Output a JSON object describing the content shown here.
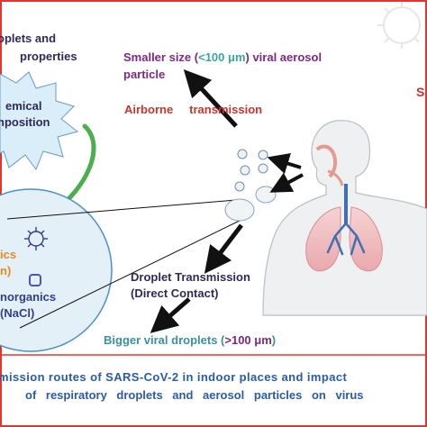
{
  "top_left": {
    "line1": "oplets      and",
    "line2": "properties"
  },
  "smaller_aerosol": {
    "prefix": "Smaller size (",
    "highlight": "<100 μm",
    "suffix": ") viral aerosol",
    "line2": "particle"
  },
  "airborne": {
    "word1": "Airborne",
    "word2": "transmission"
  },
  "right_edge_letter": "S",
  "chemical": {
    "line1": "emical",
    "line2": "nposition"
  },
  "circle_labels": {
    "organics_line1": "ics",
    "organics_line2": "n)",
    "inorganics_line1": "norganics",
    "inorganics_line2": "(NaCl)"
  },
  "droplet_transmission": {
    "line1": "Droplet Transmission",
    "line2": "(Direct Contact)"
  },
  "bigger_droplets": {
    "prefix": "Bigger viral droplets (",
    "highlight": ">100 μm",
    "suffix": ")"
  },
  "caption": {
    "line1": "mission routes of SARS-CoV-2 in indoor places and impact",
    "line2": "of respiratory droplets and aerosol particles on virus"
  },
  "colors": {
    "border_red": "#e3352f",
    "purple_text": "#7b2a83",
    "teal_highlight": "#3aa6a0",
    "red_text": "#c8352c",
    "dark_text": "#2f2a5a",
    "caption_blue": "#2b5aa8",
    "burst_fill": "#d9eef8",
    "green_arrow": "#4cae4c",
    "circle_fill": "#e4f0f8",
    "lung_fill": "#f2c6c8",
    "airway_blue": "#3f6fb5"
  }
}
